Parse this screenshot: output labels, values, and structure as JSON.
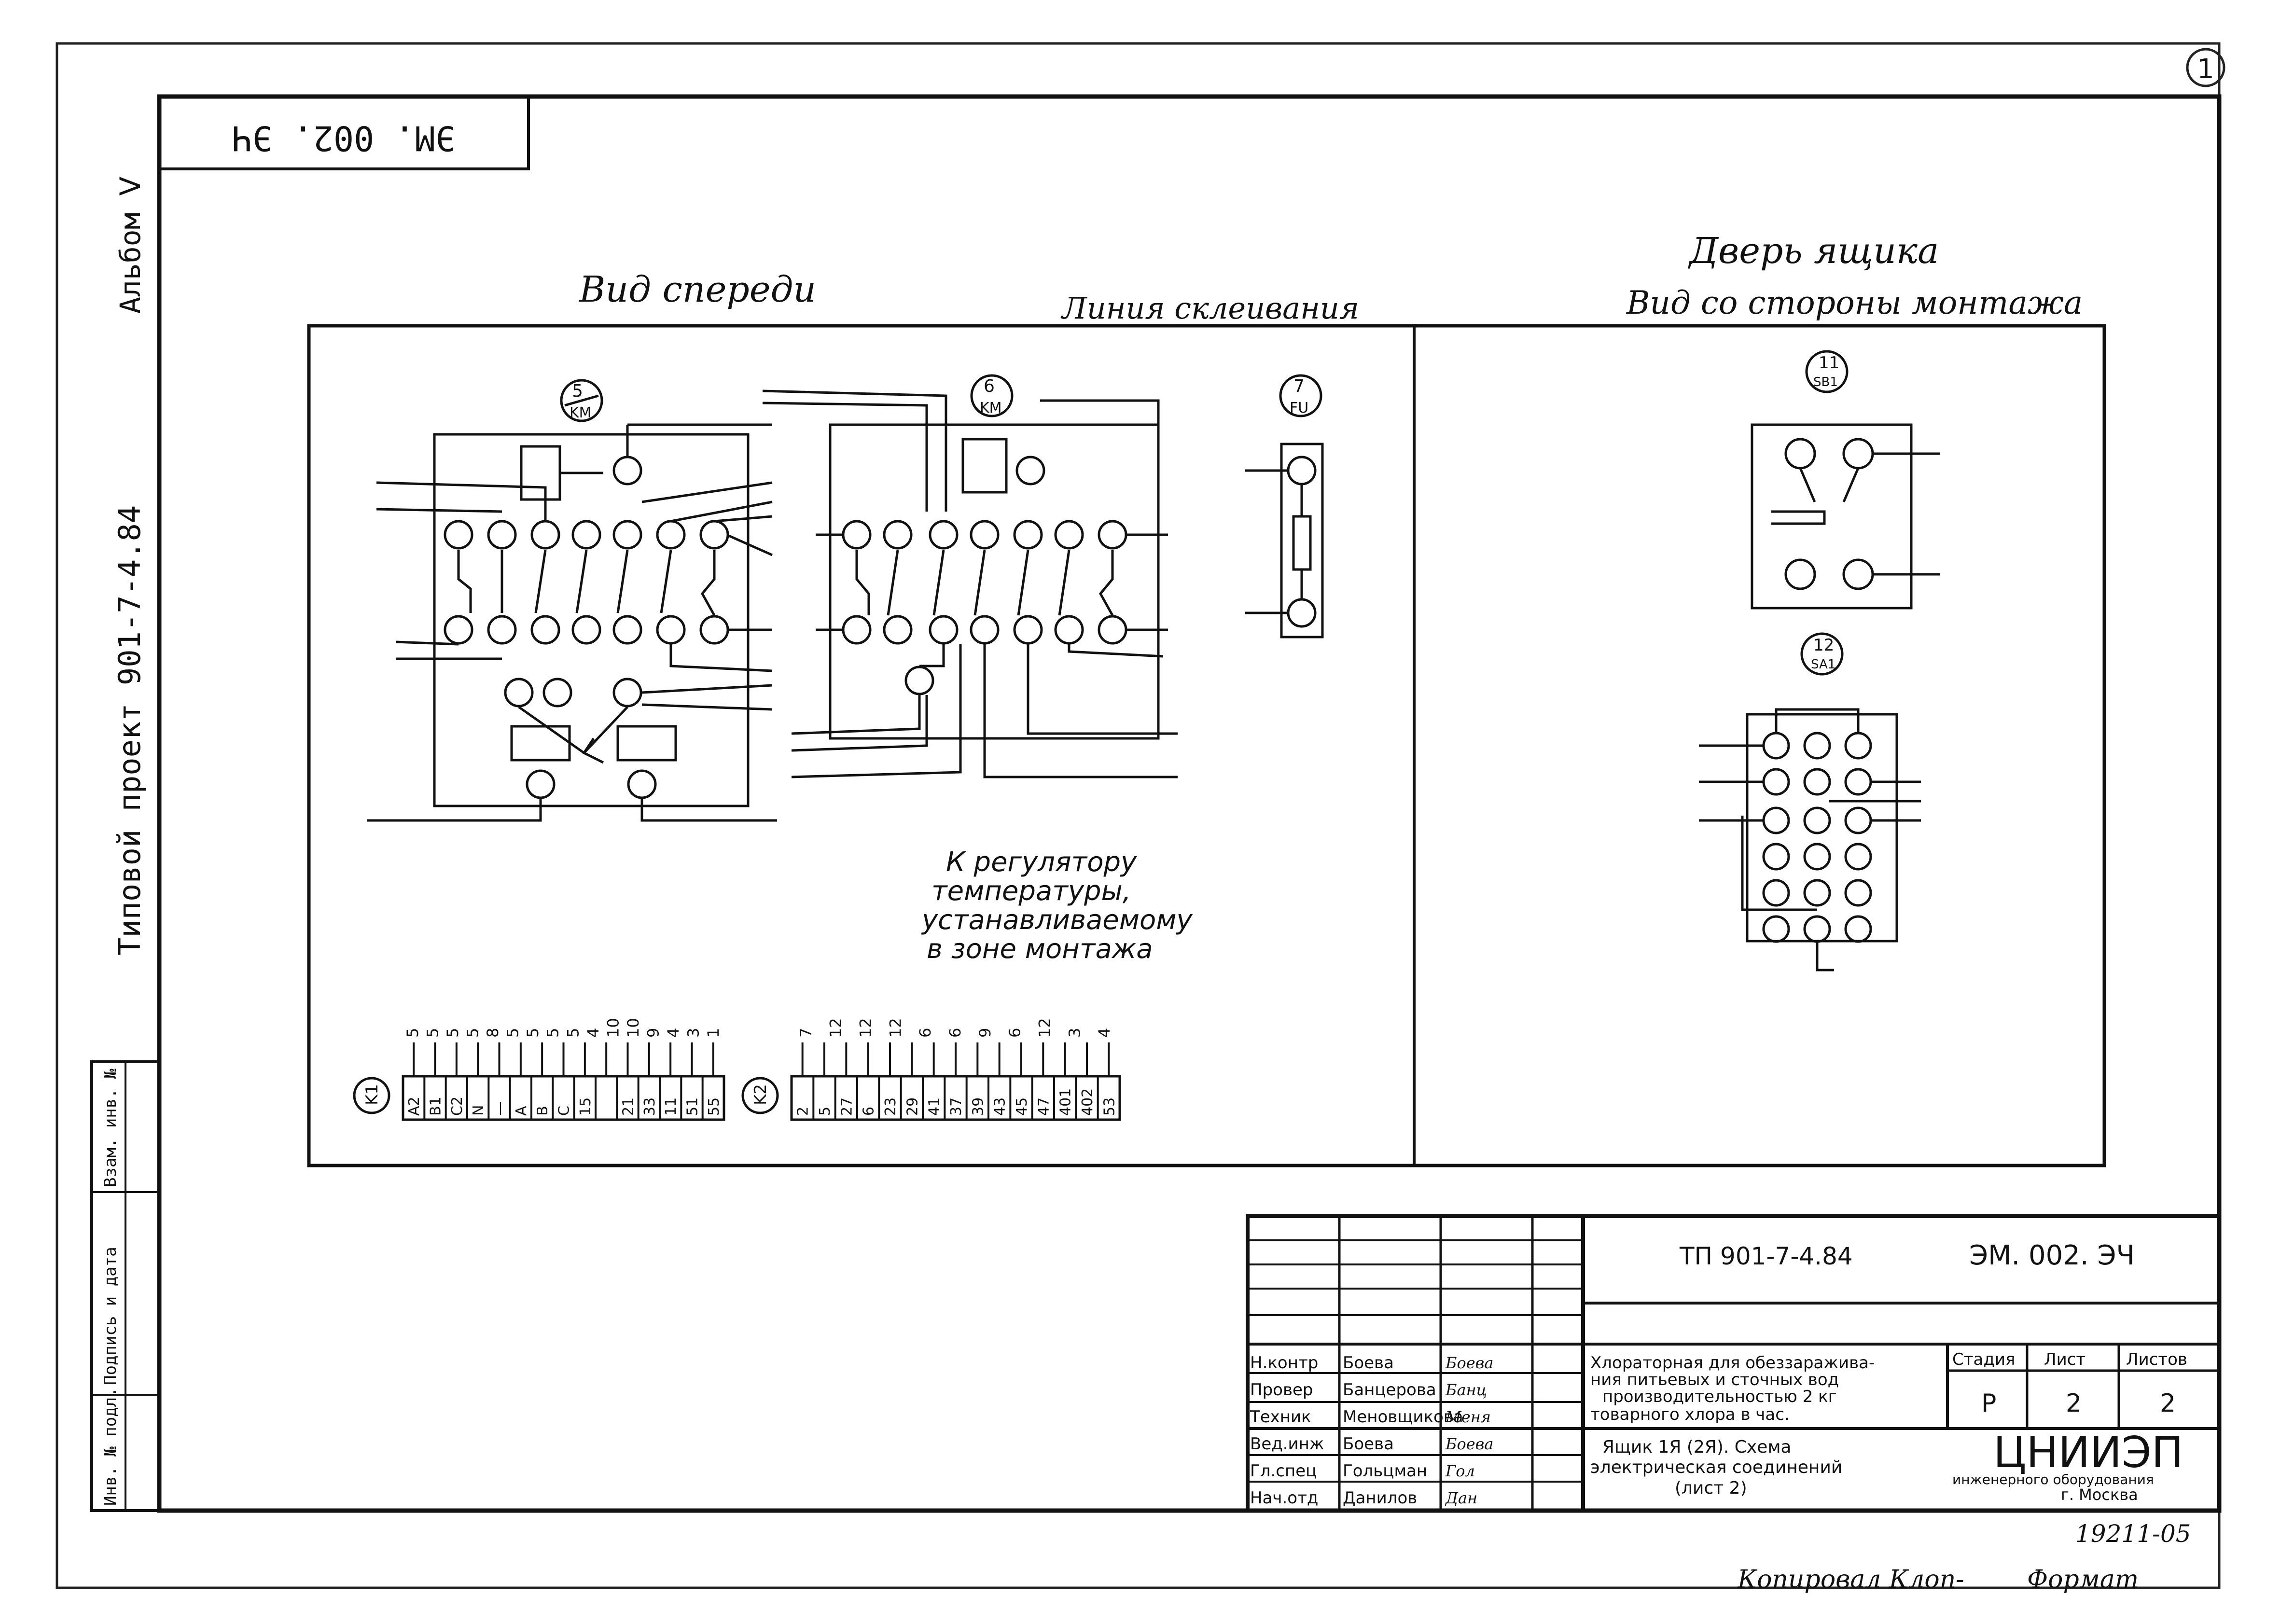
{
  "sheet": {
    "album_label": "Альбом Ⅴ",
    "project_label": "Типовой проект 901-7-4.84",
    "doc_code_mirrored": "ЭМ. 002. ЭЧ",
    "corner_mark": "1"
  },
  "side_stamp": {
    "inv_podl": "Инв. № подл.",
    "podpis_data": "Подпись и дата",
    "vzam_inv": "Взам. инв. №"
  },
  "front_view": {
    "title": "Вид спереди",
    "gluing_line": "Линия склеивания",
    "device_5": {
      "num": "5",
      "name": "KM"
    },
    "device_6": {
      "num": "6",
      "name": "KM"
    },
    "device_7": {
      "num": "7",
      "name": "FU"
    },
    "regulator_note": [
      "К регулятору",
      "температуры,",
      "устанавливаемому",
      "в зоне монтажа"
    ]
  },
  "door_view": {
    "title_1": "Дверь ящика",
    "title_2": "Вид со стороны монтажа",
    "device_11": {
      "num": "11",
      "name": "SB1"
    },
    "device_12": {
      "num": "12",
      "name": "SA1"
    }
  },
  "terminals_k1": {
    "label": "K1",
    "cells": [
      "A2",
      "B1",
      "C2",
      "N",
      "—",
      "A",
      "B",
      "C",
      "15",
      "",
      "21",
      "33",
      "11",
      "51",
      "55"
    ],
    "wires": [
      "5",
      "5",
      "5",
      "5",
      "8",
      "5",
      "5",
      "5",
      "5",
      "4",
      "10",
      "10",
      "9",
      "4",
      "3",
      "1"
    ]
  },
  "terminals_k2": {
    "label": "K2",
    "cells": [
      "2",
      "5",
      "27",
      "6",
      "23",
      "29",
      "41",
      "37",
      "39",
      "43",
      "45",
      "47",
      "401",
      "402",
      "53"
    ],
    "wires": [
      "7",
      "12",
      "12",
      "12",
      "6",
      "6",
      "9",
      "6",
      "12",
      "3",
      "4"
    ]
  },
  "title_block": {
    "code_1": "ТП 901-7-4.84",
    "code_2": "ЭМ. 002. ЭЧ",
    "rows": [
      {
        "role": "Н.контр",
        "name": "Боева",
        "sign": "Боева"
      },
      {
        "role": "Провер",
        "name": "Банцерова",
        "sign": "Банц"
      },
      {
        "role": "Техник",
        "name": "Меновщикова",
        "sign": "Меня"
      },
      {
        "role": "Вед.инж",
        "name": "Боева",
        "sign": "Боева"
      },
      {
        "role": "Гл.спец",
        "name": "Гольцман",
        "sign": "Гол"
      },
      {
        "role": "Нач.отд",
        "name": "Данилов",
        "sign": "Дан"
      }
    ],
    "project_desc": [
      "Хлораторная для обеззаражива-",
      "ния питьевых и сточных вод",
      "производительностью 2 кг",
      "товарного хлора в час."
    ],
    "sheet_desc": [
      "Ящик 1Я (2Я). Схема",
      "электрическая соединений",
      "(лист 2)"
    ],
    "stage_h": "Стадия",
    "sheet_h": "Лист",
    "sheets_h": "Листов",
    "stage": "Р",
    "sheet_no": "2",
    "sheets_total": "2",
    "org_1": "ЦНИИЭП",
    "org_2": "инженерного оборудования",
    "org_3": "г. Москва"
  },
  "footer": {
    "archive_no": "19211-05",
    "copied": "Копировал Клоп-",
    "format": "Формат"
  }
}
